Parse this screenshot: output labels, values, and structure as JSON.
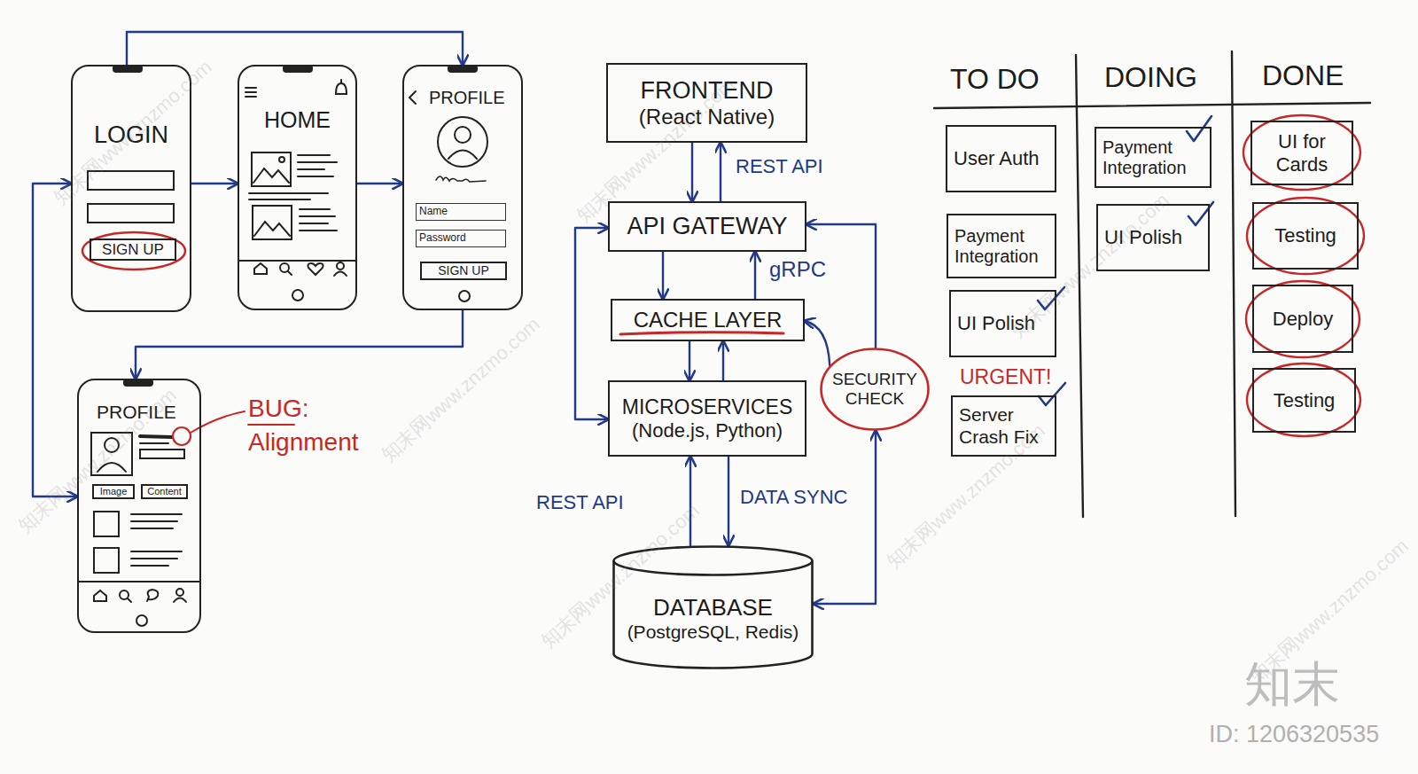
{
  "diagram": {
    "nodes": [
      {
        "text": [
          "LOGIN"
        ]
      },
      {
        "text": [
          "SIGN UP"
        ],
        "in": 0
      },
      {
        "text": [
          "HOME"
        ]
      },
      {
        "text": [
          "PROFILE"
        ]
      },
      {
        "text": [
          "Name"
        ],
        "in": 3
      },
      {
        "text": [
          "Password"
        ],
        "in": 3
      },
      {
        "text": [
          "SIGN UP"
        ],
        "in": 3
      },
      {
        "text": [
          "PROFILE"
        ]
      },
      {
        "text": [
          "Image"
        ],
        "in": 7
      },
      {
        "text": [
          "Content"
        ],
        "in": 7
      },
      {
        "text": [
          "FRONTEND",
          "(React Native)"
        ]
      },
      {
        "text": [
          "API GATEWAY"
        ]
      },
      {
        "text": [
          "CACHE LAYER"
        ]
      },
      {
        "text": [
          "MICROSERVICES",
          "(Node.js, Python)"
        ]
      },
      {
        "text": [
          "SECURITY CHECK"
        ]
      },
      {
        "text": [
          "DATABASE",
          "(PostgreSQL, Redis)"
        ]
      },
      {
        "text": [
          "User Auth"
        ]
      },
      {
        "text": [
          "Payment Integration"
        ]
      },
      {
        "text": [
          "UI Polish"
        ]
      },
      {
        "text": [
          "URGENT!",
          "Server Crash Fix"
        ]
      },
      {
        "text": [
          "Payment Integration"
        ]
      },
      {
        "text": [
          "UI Polish"
        ]
      },
      {
        "text": [
          "UI for Cards"
        ]
      },
      {
        "text": [
          "Testing"
        ]
      },
      {
        "text": [
          "Deploy"
        ]
      },
      {
        "text": [
          "Testing"
        ]
      }
    ],
    "edges": [
      {
        "from": 0,
        "to": 2,
        "arrow": "to"
      },
      {
        "from": 2,
        "to": 3,
        "arrow": "to"
      },
      {
        "from": 0,
        "to": 3,
        "arrow": "to"
      },
      {
        "from": 3,
        "to": 7,
        "arrow": "to"
      },
      {
        "from": 0,
        "to": 7,
        "arrow": "both"
      },
      {
        "from": 10,
        "to": 11,
        "arrow": "to"
      },
      {
        "from": 11,
        "to": 10,
        "label": "REST API",
        "arrow": "to"
      },
      {
        "from": 11,
        "to": 12,
        "arrow": "to"
      },
      {
        "from": 12,
        "to": 11,
        "label": "gRPC",
        "arrow": "to"
      },
      {
        "from": 12,
        "to": 13,
        "arrow": "to"
      },
      {
        "from": 13,
        "to": 12,
        "arrow": "to"
      },
      {
        "from": 11,
        "to": 13,
        "arrow": "both"
      },
      {
        "from": 15,
        "to": 13,
        "label": "REST API",
        "arrow": "to"
      },
      {
        "from": 13,
        "to": 15,
        "label": "DATA SYNC",
        "arrow": "to"
      },
      {
        "from": 15,
        "to": 14,
        "arrow": "both"
      },
      {
        "from": 14,
        "to": 11,
        "arrow": "to"
      },
      {
        "from": 14,
        "to": 12,
        "arrow": "to"
      }
    ],
    "labels": [
      "TO DO",
      "DOING",
      "DONE",
      "BUG:",
      "Alignment",
      "知末网www.znzmo.com",
      "知末网www.znzmo.com",
      "知末网www.znzmo.com",
      "知末网www.znzmo.com",
      "知末网www.znzmo.com",
      "知末网www.znzmo.com",
      "知末网www.znzmo.com",
      "知末网www.znzmo.com",
      "知末",
      "ID: 1206320535"
    ]
  }
}
